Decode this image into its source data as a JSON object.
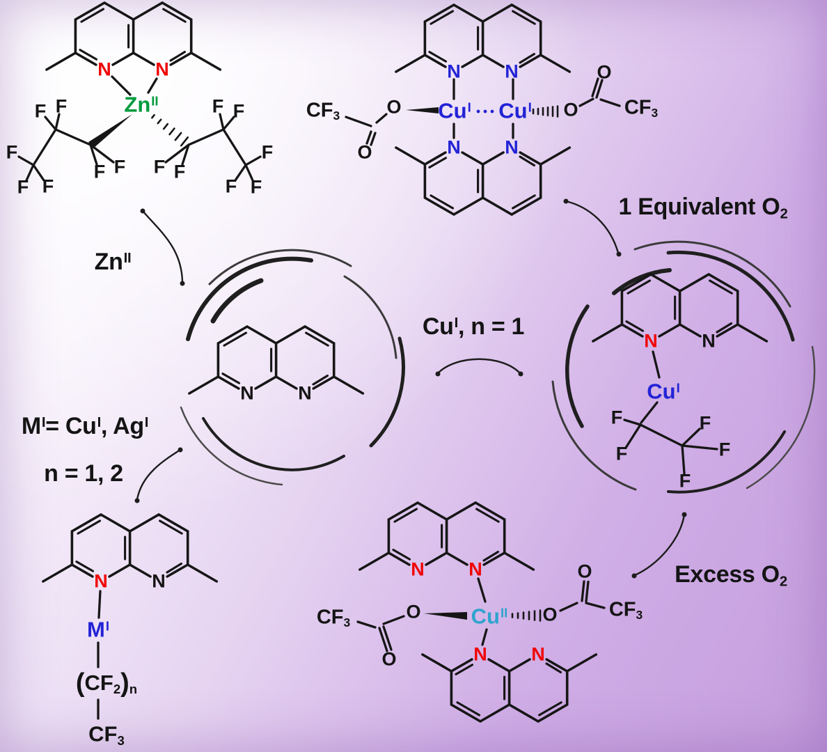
{
  "colors": {
    "background_start": "#ffffff",
    "background_end": "#c49ddd",
    "bond": "#161616",
    "nitrogen_red": "#f00505",
    "nitrogen_blue": "#2323d6",
    "nitrogen_black": "#141414",
    "metal_blue": "#2323d6",
    "zinc_green": "#009b3d",
    "copper_ii_teal": "#2fa3cd"
  },
  "atoms": {
    "nitrogen": "N",
    "oxygen": "O",
    "fluorine": "F"
  },
  "fragments": {
    "zn": "Zn",
    "cu": "Cu",
    "m": "M",
    "sup_i": "I",
    "sup_ii": "II",
    "cf": "CF",
    "sub_two": "2",
    "sub_three": "3",
    "sub_n": "n",
    "open_paren": "(",
    "close_paren": ")"
  },
  "annotations": {
    "zn_label": {
      "base": "Zn",
      "sup": "II"
    },
    "one_equivalent": {
      "text": "1 Equivalent O",
      "sub": "2"
    },
    "cu_n1": {
      "metal": "Cu",
      "sup": "I",
      "tail": ", n = 1"
    },
    "m_options": {
      "m": "M",
      "sup1": "I",
      "mid1": "= Cu",
      "sup2": "I",
      "mid2": ", Ag",
      "sup3": "I"
    },
    "n_values": "n = 1, 2",
    "excess": {
      "text": "Excess O",
      "sub": "2"
    }
  }
}
